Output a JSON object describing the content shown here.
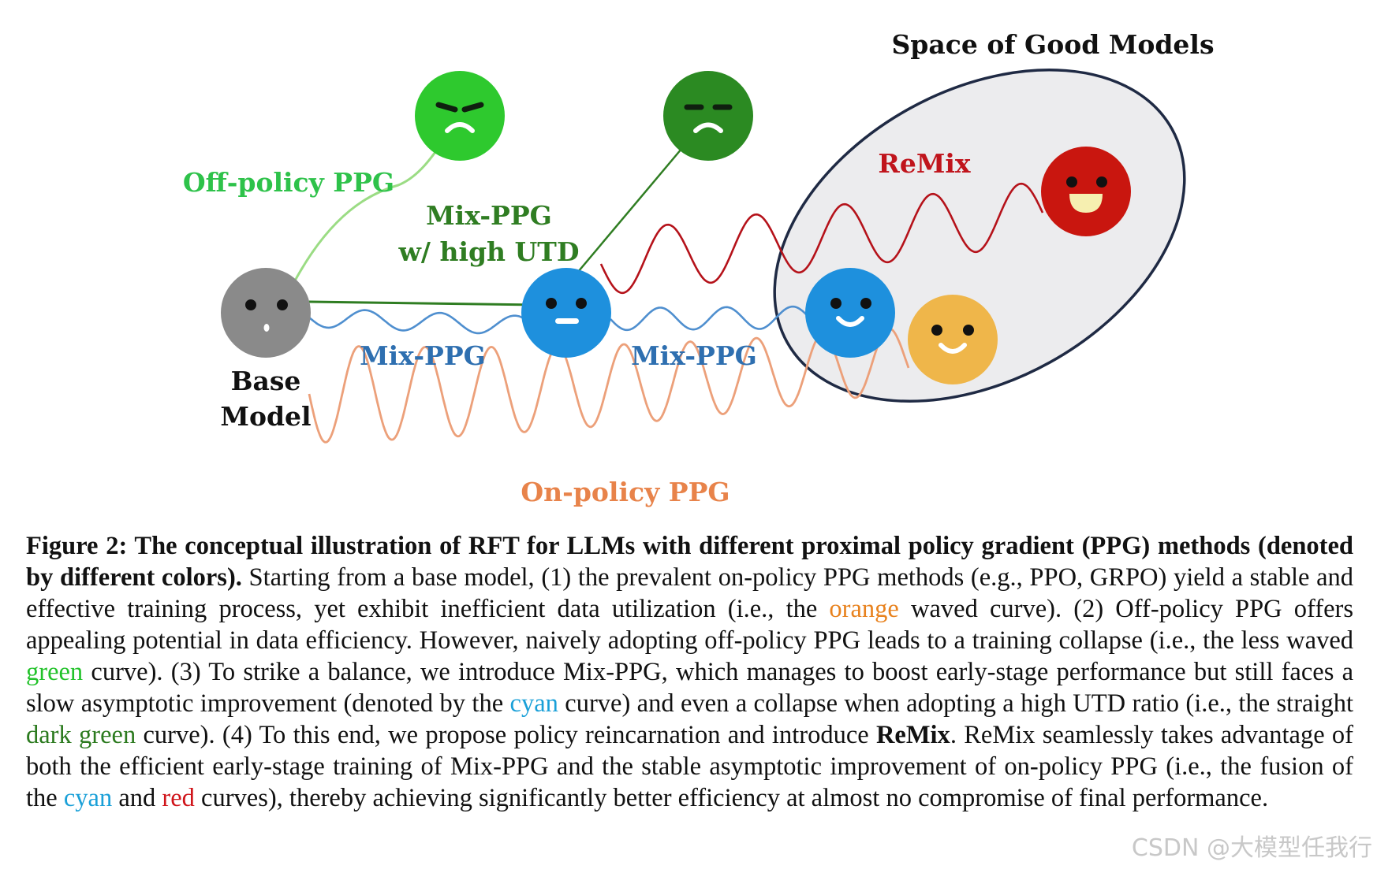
{
  "diagram": {
    "region_title": "Space of Good Models",
    "labels": {
      "off_policy": "Off-policy PPG",
      "mix_high_utd_1": "Mix-PPG",
      "mix_high_utd_2": "w/ high UTD",
      "remix": "ReMix",
      "mix_ppg_a": "Mix-PPG",
      "mix_ppg_b": "Mix-PPG",
      "base_1": "Base",
      "base_2": "Model",
      "on_policy": "On-policy PPG"
    },
    "colors": {
      "off_policy": "#2ec24a",
      "mix_high_utd": "#2f7d22",
      "mix_ppg": "#2e6fb0",
      "remix": "#c0141c",
      "on_policy": "#e8834a",
      "good_region_fill": "#ececee",
      "good_region_stroke": "#1f2a44"
    },
    "faces": [
      {
        "id": "base-model",
        "mood": "neutral-surprised",
        "color": "#8a8a8a"
      },
      {
        "id": "off-policy-result",
        "mood": "angry",
        "color": "#2ec92e"
      },
      {
        "id": "mix-high-utd-result",
        "mood": "sad",
        "color": "#2b8a22"
      },
      {
        "id": "mix-ppg-mid",
        "mood": "neutral",
        "color": "#1e90dd"
      },
      {
        "id": "mix-ppg-final",
        "mood": "smile",
        "color": "#1e90dd"
      },
      {
        "id": "on-policy-final",
        "mood": "smile",
        "color": "#efb64a"
      },
      {
        "id": "remix-final",
        "mood": "grin",
        "color": "#c9160f"
      }
    ]
  },
  "caption": {
    "figure_label": "Figure 2: The conceptual illustration of RFT for LLMs with different proximal policy gradient (PPG) methods (denoted by different colors).",
    "s1": " Starting from a base model, (1) the prevalent on-policy PPG methods (e.g., PPO, GRPO) yield a stable and effective training process, yet exhibit inefficient data utilization (i.e., the ",
    "w_orange": "orange",
    "s2": " waved curve). (2) Off-policy PPG offers appealing potential in data efficiency. However, naively adopting off-policy PPG leads to a training collapse (i.e., the less waved ",
    "w_green": "green",
    "s3": " curve). (3) To strike a balance, we introduce Mix-PPG, which manages to boost early-stage performance but still faces a slow asymptotic improvement (denoted by the ",
    "w_cyan1": "cyan",
    "s4": " curve) and even a collapse when adopting a high UTD ratio (i.e., the straight ",
    "w_darkgreen": "dark green",
    "s5": " curve). (4) To this end, we propose policy reincarnation and introduce ",
    "w_remix": "ReMix",
    "s6": ". ReMix seamlessly takes advantage of both the efficient early-stage training of Mix-PPG and the stable asymptotic improvement of on-policy PPG (i.e., the fusion of the ",
    "w_cyan2": "cyan",
    "s7": " and ",
    "w_red": "red",
    "s8": " curves), thereby achieving significantly better efficiency at almost no compromise of final performance.",
    "word_colors": {
      "orange": "#e8821e",
      "green": "#22c22a",
      "cyan": "#1aa0d8",
      "dark_green": "#2b7a1e",
      "red": "#d0141a"
    }
  },
  "watermark": "CSDN @大模型任我行"
}
